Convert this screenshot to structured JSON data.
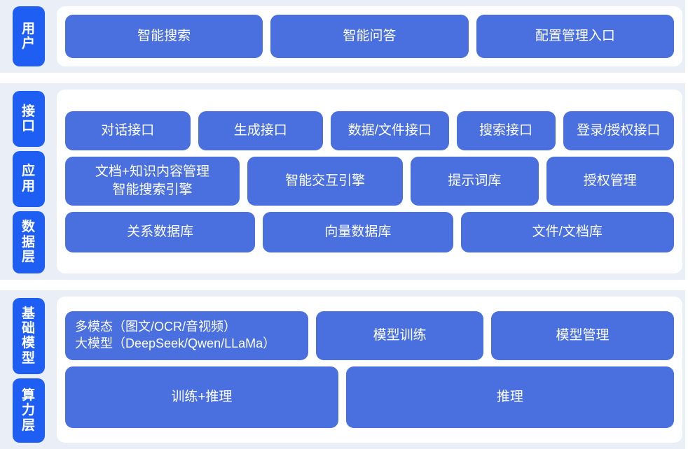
{
  "diagram": {
    "palette": {
      "panel_bg": "#e9eef7",
      "card_bg": "#ffffff",
      "tab_blue": "#1f5ef2",
      "box_blue": "#4a70df",
      "text_white": "#ffffff",
      "page_bg": "#ffffff"
    },
    "sections": [
      {
        "id": "user",
        "tabs": [
          "用户"
        ],
        "rows": [
          {
            "id": "user-entries",
            "boxes": [
              "智能搜索",
              "智能问答",
              "配置管理入口"
            ]
          }
        ]
      },
      {
        "id": "middle",
        "tabs": [
          "接口",
          "应用",
          "数据层"
        ],
        "rows": [
          {
            "id": "interface",
            "boxes": [
              "对话接口",
              "生成接口",
              "数据/文件接口",
              "搜索接口",
              "登录/授权接口"
            ]
          },
          {
            "id": "application",
            "boxes": [
              "文档+知识内容管理\n智能搜索引擎",
              "智能交互引擎",
              "提示词库",
              "授权管理"
            ]
          },
          {
            "id": "data",
            "boxes": [
              "关系数据库",
              "向量数据库",
              "文件/文档库"
            ]
          }
        ]
      },
      {
        "id": "base",
        "tabs": [
          "基础模型",
          "算力层"
        ],
        "rows": [
          {
            "id": "model",
            "boxes": [
              "多模态（图文/OCR/音视频）\n大模型（DeepSeek/Qwen/LLaMa）",
              "模型训练",
              "模型管理"
            ]
          },
          {
            "id": "power",
            "boxes": [
              "训练+推理",
              "推理"
            ]
          }
        ]
      }
    ]
  }
}
